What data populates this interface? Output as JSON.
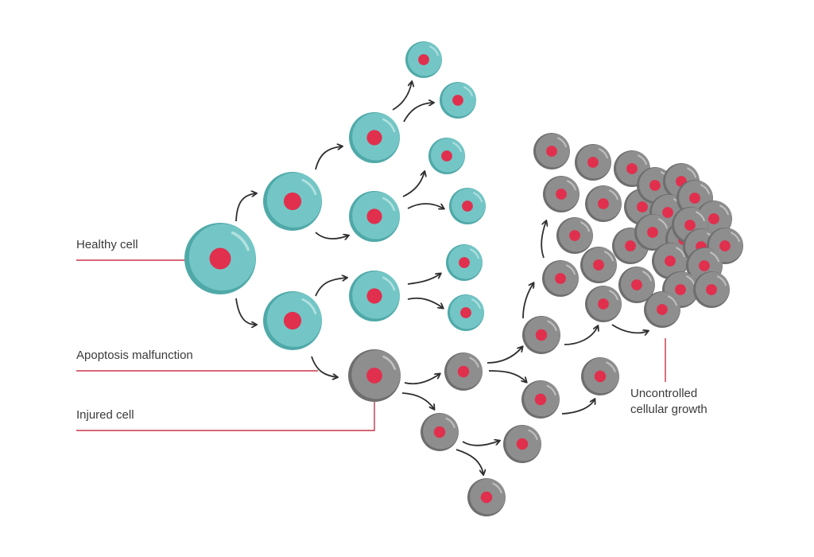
{
  "labels": {
    "healthy": "Healthy cell",
    "apoptosis": "Apoptosis malfunction",
    "injured": "Injured cell",
    "growth": "Uncontrolled\ncellular growth"
  },
  "colors": {
    "healthy_fill": "#74C6C6",
    "healthy_shadow": "#4FA9A8",
    "injured_fill": "#8E8E8E",
    "injured_shadow": "#6E6E6E",
    "nucleus": "#E0304E",
    "leader_line": "#C8364A",
    "arrow": "#2E2E2E"
  },
  "cell_types": {
    "healthy": "healthy-cell-icon",
    "injured": "injured-cell-icon"
  }
}
